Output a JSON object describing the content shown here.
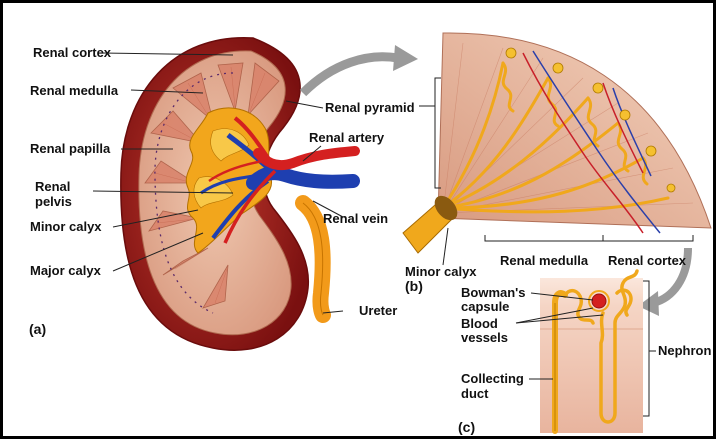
{
  "figure": {
    "panels": {
      "a": "(a)",
      "b": "(b)",
      "c": "(c)"
    },
    "labels": {
      "renal_cortex": "Renal cortex",
      "renal_medulla": "Renal medulla",
      "renal_papilla": "Renal papilla",
      "renal_pelvis_1": "Renal",
      "renal_pelvis_2": "pelvis",
      "minor_calyx": "Minor calyx",
      "major_calyx": "Major calyx",
      "renal_pyramid": "Renal pyramid",
      "renal_artery": "Renal artery",
      "renal_vein": "Renal vein",
      "ureter": "Ureter",
      "b_minor_calyx": "Minor calyx",
      "b_renal_medulla": "Renal medulla",
      "b_renal_cortex": "Renal cortex",
      "bowmans_1": "Bowman's",
      "bowmans_2": "capsule",
      "blood_1": "Blood",
      "blood_2": "vessels",
      "nephron": "Nephron",
      "collecting_1": "Collecting",
      "collecting_2": "duct"
    },
    "colors": {
      "kidney_outer": "#9e1b1b",
      "cortex": "#d9a48c",
      "pyramid": "#e8bfa6",
      "pelvis": "#f0a820",
      "artery": "#d42020",
      "vein": "#1e3fb0",
      "ureter": "#f29a1a",
      "arrow": "#9a9a9a"
    }
  }
}
